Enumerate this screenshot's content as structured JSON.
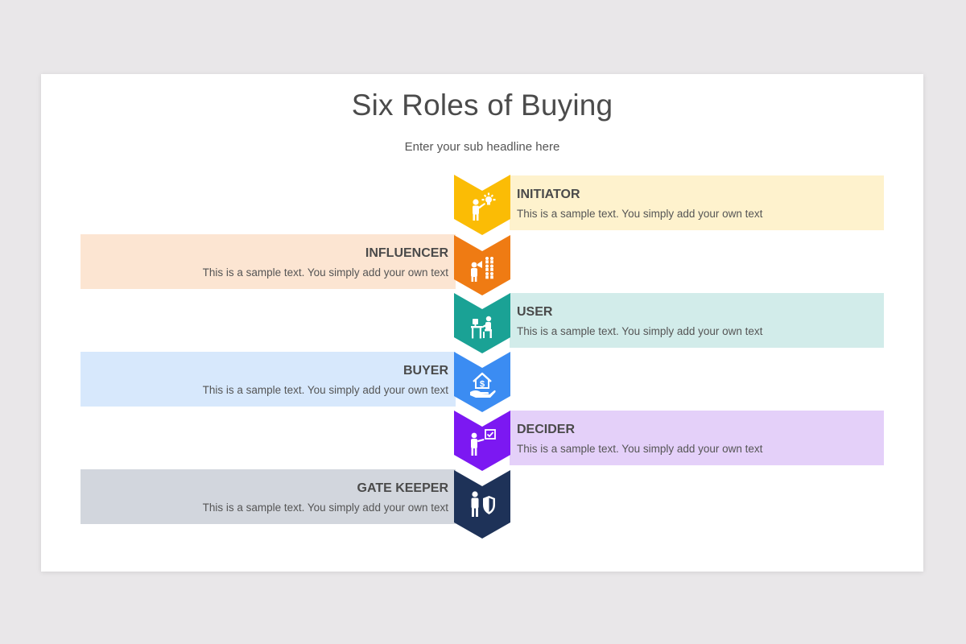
{
  "header": {
    "title": "Six Roles of Buying",
    "subtitle": "Enter your sub headline here"
  },
  "roles": [
    {
      "heading": "INITIATOR",
      "text": "This is a sample text. You simply add your own text",
      "side": "right",
      "arrow_color": "#fbbc05",
      "panel_color": "#fef2cd",
      "icon": "lightbulb-idea-person-icon"
    },
    {
      "heading": "INFLUENCER",
      "text": "This is a sample text. You simply add your own text",
      "side": "left",
      "arrow_color": "#ef7b13",
      "panel_color": "#fce5d2",
      "icon": "megaphone-crowd-person-icon"
    },
    {
      "heading": "USER",
      "text": "This is a sample text. You simply add your own text",
      "side": "right",
      "arrow_color": "#1aa295",
      "panel_color": "#d2ecea",
      "icon": "person-at-desk-computer-icon"
    },
    {
      "heading": "BUYER",
      "text": "This is a sample text. You simply add your own text",
      "side": "left",
      "arrow_color": "#3b8cf2",
      "panel_color": "#d7e8fc",
      "icon": "hand-house-dollar-icon"
    },
    {
      "heading": "DECIDER",
      "text": "This is a sample text. You simply add your own text",
      "side": "right",
      "arrow_color": "#7c18f2",
      "panel_color": "#e4d0f9",
      "icon": "person-checklist-board-icon"
    },
    {
      "heading": "GATE KEEPER",
      "text": "This is a sample text. You simply add your own text",
      "side": "left",
      "arrow_color": "#1e3258",
      "panel_color": "#d2d6dd",
      "icon": "person-shield-icon"
    }
  ]
}
